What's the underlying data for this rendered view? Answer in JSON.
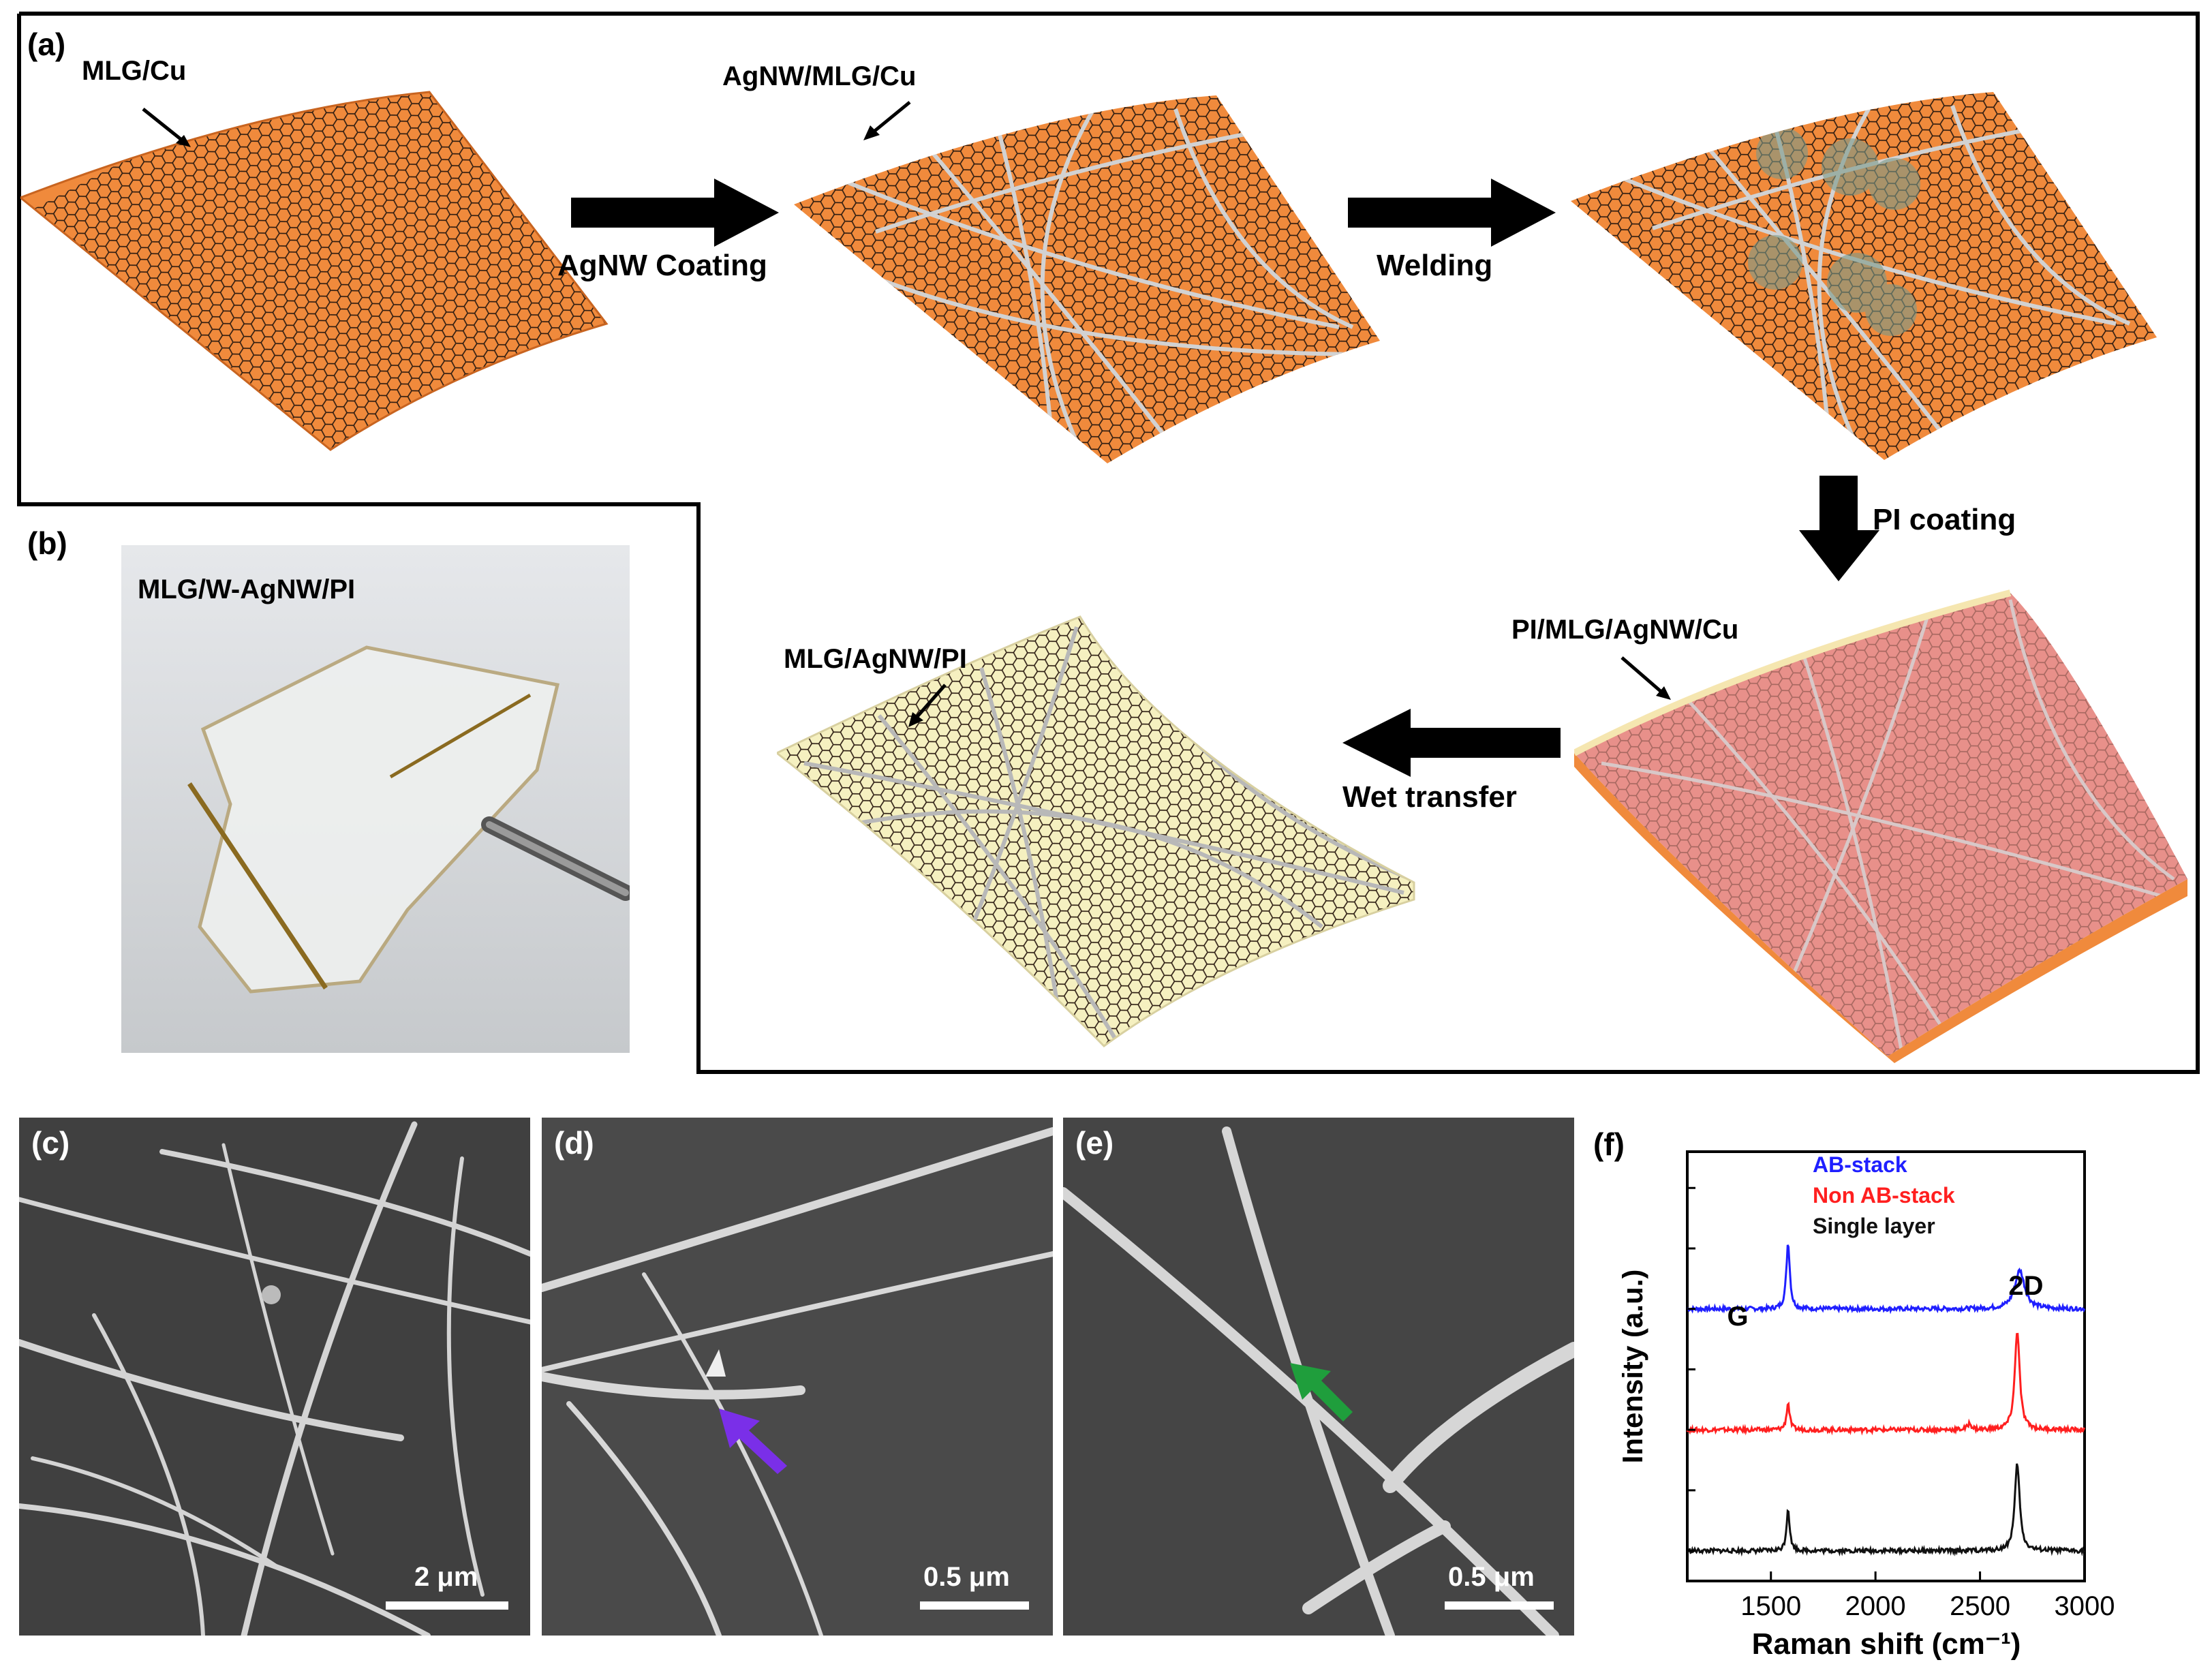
{
  "panel_a": {
    "letter": "(a)",
    "labels": {
      "mlg_cu": "MLG/Cu",
      "agnw_mlg_cu": "AgNW/MLG/Cu",
      "pi_mlg_agnw_cu": "PI/MLG/AgNW/Cu",
      "mlg_agnw_pi": "MLG/AgNW/PI"
    },
    "steps": {
      "agnw_coating": "AgNW Coating",
      "welding": "Welding",
      "pi_coating": "PI coating",
      "wet_transfer": "Wet transfer"
    },
    "colors": {
      "copper": "#f08a3c",
      "pi_film": "#f5f0c0",
      "pi_on_cu": "#e8908a",
      "graphene_line": "#222222",
      "nanowire": "#c8c8c8"
    }
  },
  "panel_b": {
    "letter": "(b)",
    "label": "MLG/W-AgNW/PI"
  },
  "sem_panels": [
    {
      "letter": "(c)",
      "scale": "2 μm"
    },
    {
      "letter": "(d)",
      "scale": "0.5 μm"
    },
    {
      "letter": "(e)",
      "scale": "0.5 μm"
    }
  ],
  "chart_data": {
    "type": "line",
    "panel_letter": "(f)",
    "xlabel": "Raman shift (cm⁻¹)",
    "ylabel": "Intensity (a.u.)",
    "xlim": [
      1100,
      3000
    ],
    "x_ticks": [
      "1500",
      "2000",
      "2500",
      "3000"
    ],
    "y_ticks_labeled": false,
    "legend_position": "top-right",
    "annotations": [
      {
        "text": "G",
        "x": 1580
      },
      {
        "text": "2D",
        "x": 2680
      }
    ],
    "series": [
      {
        "name": "AB-stack",
        "color": "#1f1fff",
        "offset": 2.0,
        "peaks": [
          {
            "x": 1582,
            "height": 0.55,
            "width": 10
          },
          {
            "x": 2690,
            "height": 0.32,
            "width": 28
          }
        ]
      },
      {
        "name": "Non AB-stack",
        "color": "#ff1f1f",
        "offset": 1.0,
        "peaks": [
          {
            "x": 1582,
            "height": 0.22,
            "width": 9
          },
          {
            "x": 2678,
            "height": 0.82,
            "width": 14
          },
          {
            "x": 2450,
            "height": 0.05,
            "width": 12
          }
        ]
      },
      {
        "name": "Single layer",
        "color": "#111111",
        "offset": 0.0,
        "peaks": [
          {
            "x": 1582,
            "height": 0.35,
            "width": 9
          },
          {
            "x": 2678,
            "height": 0.72,
            "width": 14
          }
        ]
      }
    ]
  }
}
